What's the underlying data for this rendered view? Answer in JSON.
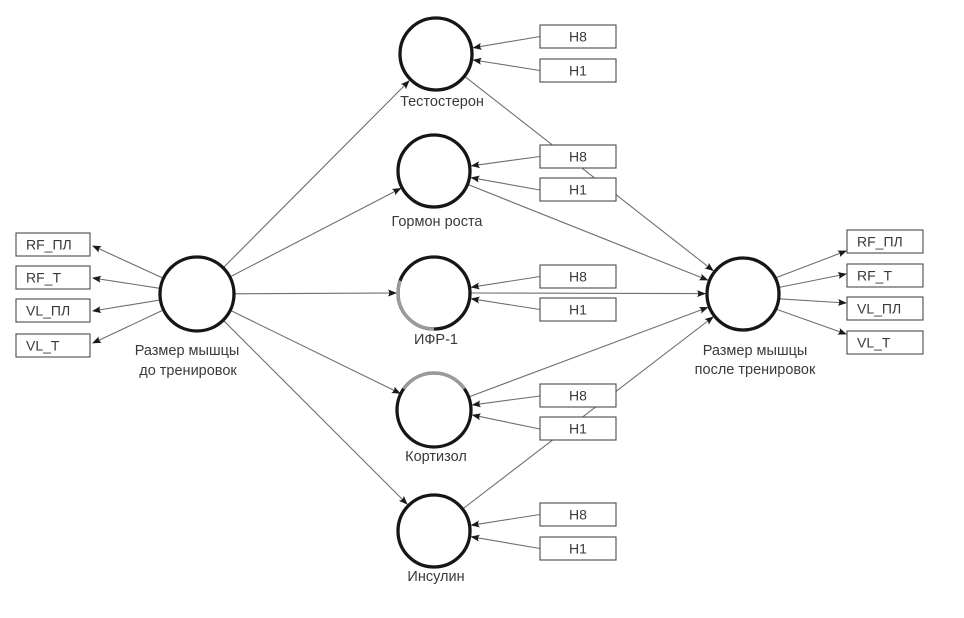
{
  "diagram": {
    "language": "ru",
    "before": {
      "label_line1": "Размер мышцы",
      "label_line2": "до тренировок",
      "indicators": [
        "RF_ПЛ",
        "RF_T",
        "VL_ПЛ",
        "VL_T"
      ]
    },
    "after": {
      "label_line1": "Размер мышцы",
      "label_line2": "после тренировок",
      "indicators": [
        "RF_ПЛ",
        "RF_T",
        "VL_ПЛ",
        "VL_T"
      ]
    },
    "middle": [
      {
        "label": "Тестостерон",
        "indicators": [
          "Н8",
          "Н1"
        ]
      },
      {
        "label": "Гормон роста",
        "indicators": [
          "Н8",
          "Н1"
        ]
      },
      {
        "label": "ИФР-1",
        "indicators": [
          "Н8",
          "Н1"
        ]
      },
      {
        "label": "Кортизол",
        "indicators": [
          "Н8",
          "Н1"
        ]
      },
      {
        "label": "Инсулин",
        "indicators": [
          "Н8",
          "Н1"
        ]
      }
    ],
    "edges": [
      {
        "from": "before",
        "to": "RF_ПЛ"
      },
      {
        "from": "before",
        "to": "RF_T"
      },
      {
        "from": "before",
        "to": "VL_ПЛ"
      },
      {
        "from": "before",
        "to": "VL_T"
      },
      {
        "from": "before",
        "to": "Тестостерон"
      },
      {
        "from": "before",
        "to": "Гормон роста"
      },
      {
        "from": "before",
        "to": "ИФР-1"
      },
      {
        "from": "before",
        "to": "Кортизол"
      },
      {
        "from": "before",
        "to": "Инсулин"
      },
      {
        "from": "Тестостерон",
        "to": "after"
      },
      {
        "from": "Гормон роста",
        "to": "after"
      },
      {
        "from": "ИФР-1",
        "to": "after"
      },
      {
        "from": "Кортизол",
        "to": "after"
      },
      {
        "from": "Инсулин",
        "to": "after"
      },
      {
        "from": "Н8",
        "to": "Тестостерон"
      },
      {
        "from": "Н1",
        "to": "Тестостерон"
      },
      {
        "from": "Н8",
        "to": "Гормон роста"
      },
      {
        "from": "Н1",
        "to": "Гормон роста"
      },
      {
        "from": "Н8",
        "to": "ИФР-1"
      },
      {
        "from": "Н1",
        "to": "ИФР-1"
      },
      {
        "from": "Н8",
        "to": "Кортизол"
      },
      {
        "from": "Н1",
        "to": "Кортизол"
      },
      {
        "from": "Н8",
        "to": "Инсулин"
      },
      {
        "from": "Н1",
        "to": "Инсулин"
      },
      {
        "from": "after",
        "to": "RF_ПЛ"
      },
      {
        "from": "after",
        "to": "RF_T"
      },
      {
        "from": "after",
        "to": "VL_ПЛ"
      },
      {
        "from": "after",
        "to": "VL_T"
      }
    ],
    "colors": {
      "edge": "#6e6e6e",
      "arrowhead": "#1a1a1a",
      "node_stroke": "#161616",
      "node_stroke_gray": "#9b9b9b",
      "box_border": "#4a4a4a",
      "text": "#3a3a3a",
      "background": "#ffffff"
    }
  }
}
